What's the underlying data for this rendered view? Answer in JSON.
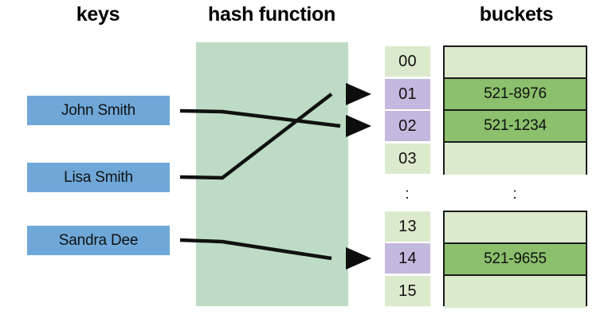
{
  "headings": {
    "keys": "keys",
    "hash_function": "hash function",
    "buckets": "buckets"
  },
  "keys": [
    {
      "label": "John Smith"
    },
    {
      "label": "Lisa Smith"
    },
    {
      "label": "Sandra Dee"
    }
  ],
  "index_groups": [
    {
      "cells": [
        {
          "label": "00",
          "highlighted": false
        },
        {
          "label": "01",
          "highlighted": true
        },
        {
          "label": "02",
          "highlighted": true
        },
        {
          "label": "03",
          "highlighted": false
        }
      ]
    },
    {
      "cells": [
        {
          "label": "13",
          "highlighted": false
        },
        {
          "label": "14",
          "highlighted": true
        },
        {
          "label": "15",
          "highlighted": false
        }
      ]
    }
  ],
  "bucket_groups": [
    {
      "cells": [
        {
          "value": "",
          "filled": false
        },
        {
          "value": "521-8976",
          "filled": true
        },
        {
          "value": "521-1234",
          "filled": true
        },
        {
          "value": "",
          "filled": false
        }
      ]
    },
    {
      "cells": [
        {
          "value": "",
          "filled": false
        },
        {
          "value": "521-9655",
          "filled": true
        },
        {
          "value": "",
          "filled": false
        }
      ]
    }
  ],
  "ellipsis": {
    "index": ":",
    "bucket": ":"
  },
  "mappings": [
    {
      "key": "John Smith",
      "slot": "02",
      "value": "521-1234"
    },
    {
      "key": "Lisa Smith",
      "slot": "01",
      "value": "521-8976"
    },
    {
      "key": "Sandra Dee",
      "slot": "14",
      "value": "521-9655"
    }
  ],
  "colors": {
    "key_box": "#6fa8d8",
    "hash_panel": "#bedcc5",
    "index_plain": "#dbeacd",
    "index_highlight": "#c3b8dd",
    "bucket_empty": "#dbeacd",
    "bucket_filled": "#8cc06c",
    "line": "#111111",
    "border": "#1b1b1b",
    "background": "#ffffff"
  }
}
